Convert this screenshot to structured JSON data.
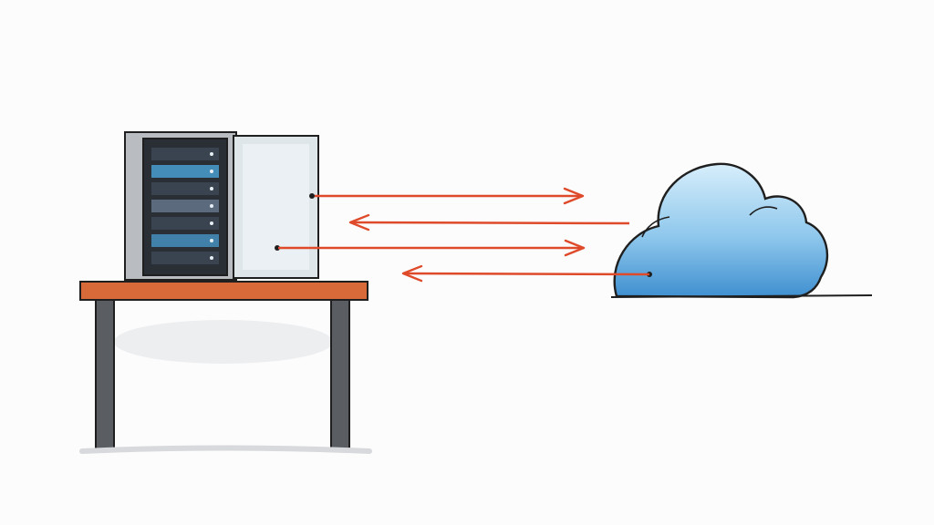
{
  "diagram": {
    "colors": {
      "background": "#fcfcfc",
      "ink": "#1f1f1f",
      "server_body": "#b9bcc0",
      "server_face": "#2a2f36",
      "server_accent": "#4a9ed0",
      "panel": "#dfe6ea",
      "desk_top": "#d86a3a",
      "desk_legs": "#5a5e63",
      "cloud_fill": "#8ec7ec",
      "cloud_light": "#d7eefb",
      "arrow": "#de4a2a"
    },
    "icons": {
      "server": "server-rack-icon",
      "desk": "desk-icon",
      "cloud": "cloud-icon"
    },
    "connections": [
      {
        "direction": "to-cloud"
      },
      {
        "direction": "to-server"
      },
      {
        "direction": "to-cloud"
      },
      {
        "direction": "to-server"
      }
    ]
  }
}
